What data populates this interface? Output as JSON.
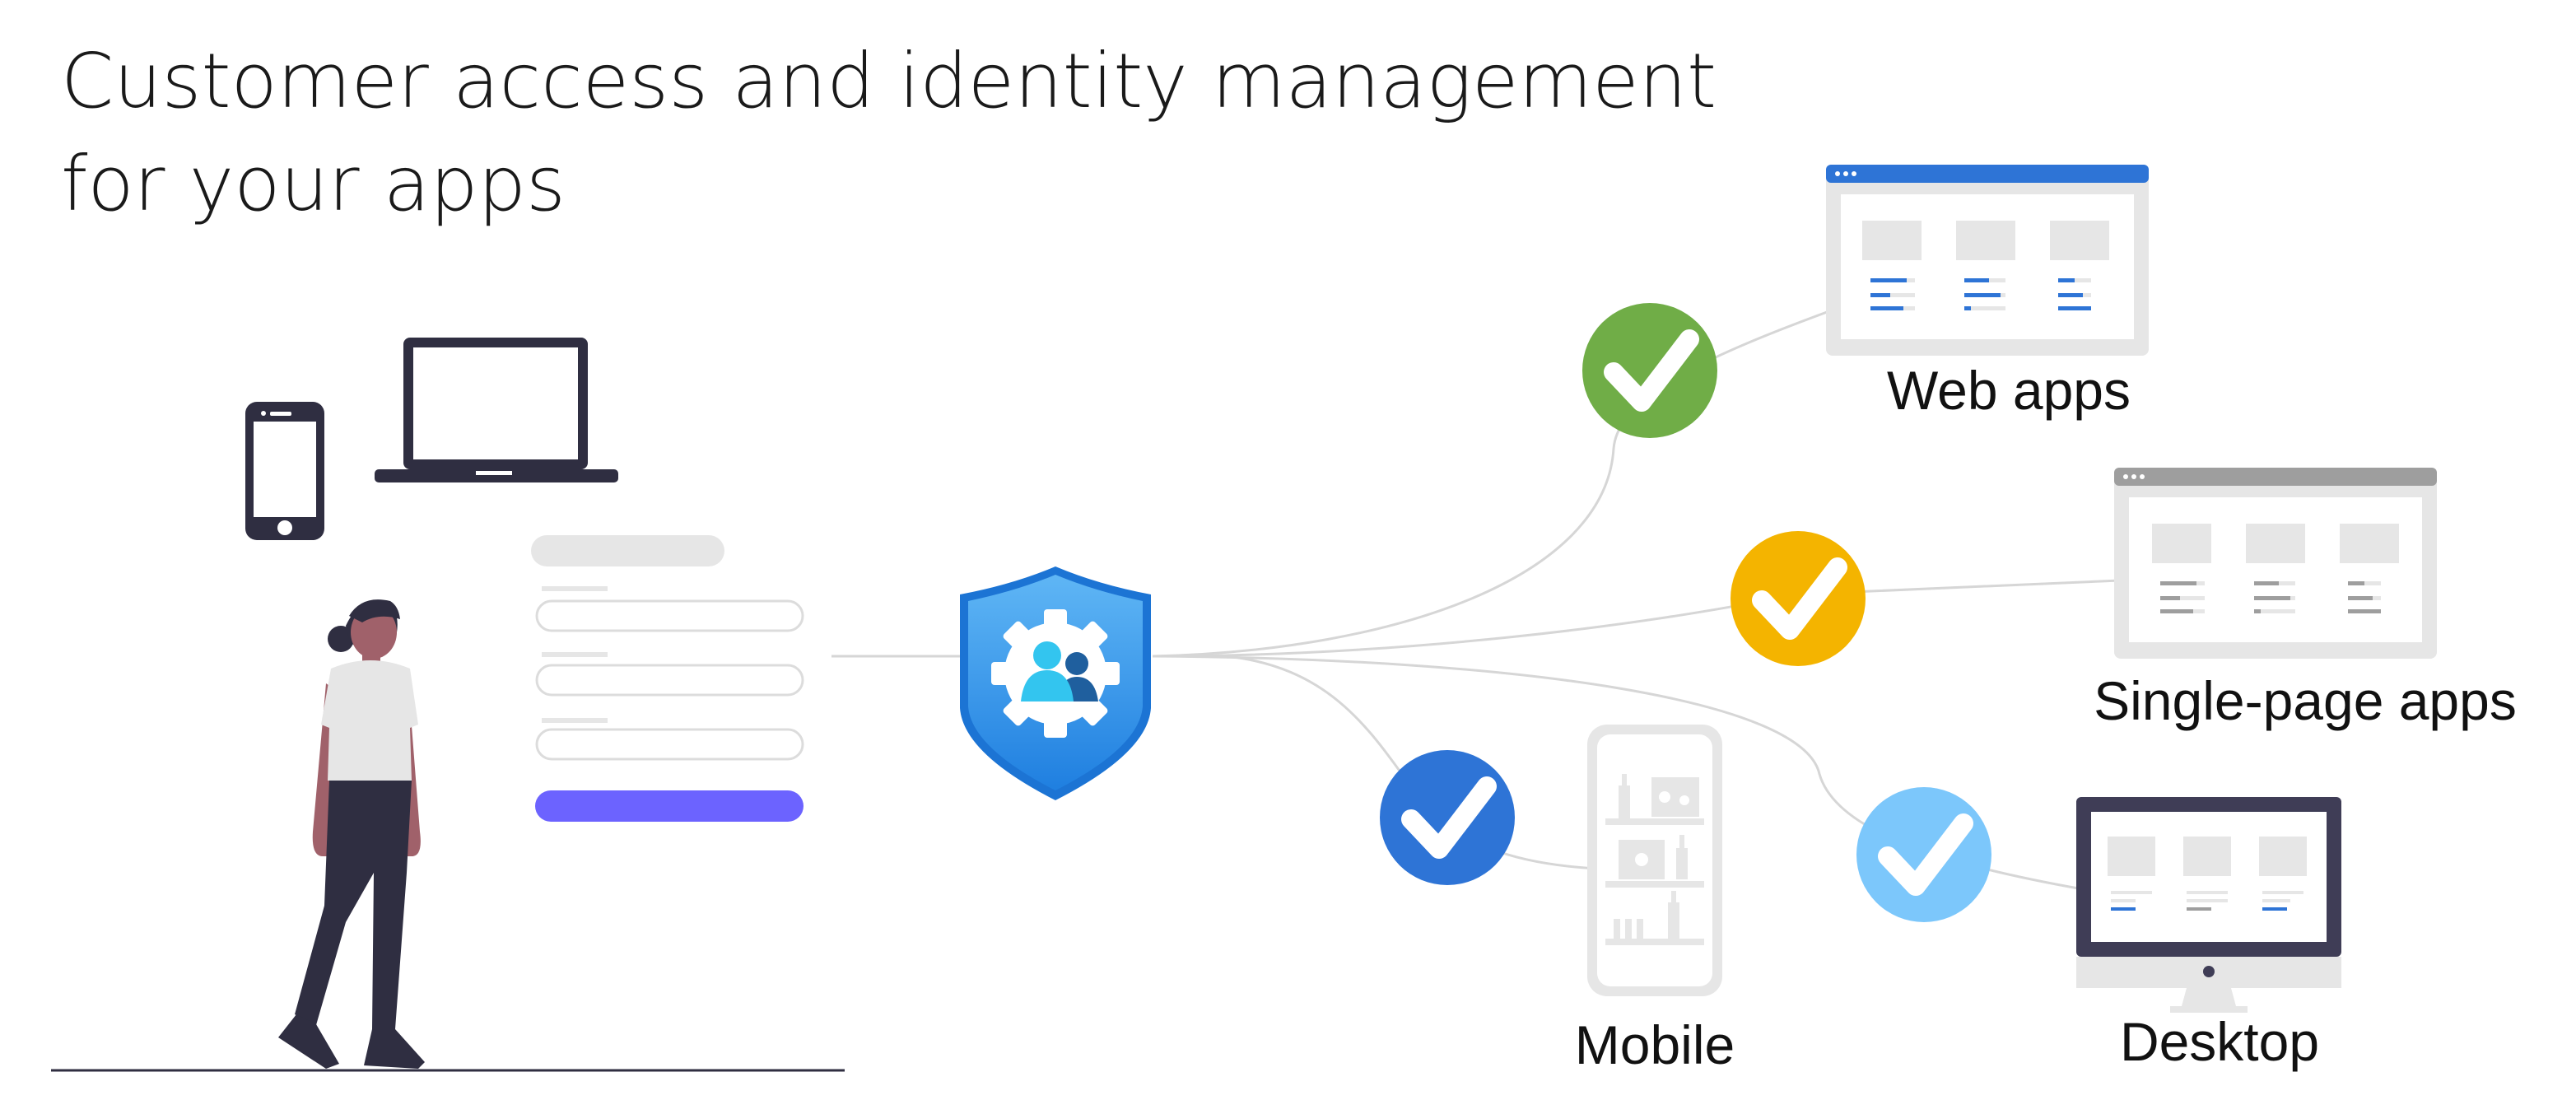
{
  "slide": {
    "title_line1": "Customer access and identity management",
    "title_line2": "for your apps"
  },
  "apps": {
    "web": "Web apps",
    "spa": "Single-page apps",
    "mobile": "Mobile",
    "desktop": "Desktop"
  },
  "colors": {
    "check_green": "#70ad47",
    "check_yellow": "#f4b400",
    "check_blue": "#2e74d6",
    "check_lightblue": "#7cc7fb",
    "form_button": "#6c63ff",
    "shield": "#2f8ee6",
    "device_dark": "#2f2e41"
  },
  "icons": [
    "phone-icon",
    "laptop-icon",
    "person-icon",
    "identity-shield-icon",
    "check-icon",
    "browser-window-icon",
    "mobile-phone-icon",
    "desktop-monitor-icon"
  ]
}
